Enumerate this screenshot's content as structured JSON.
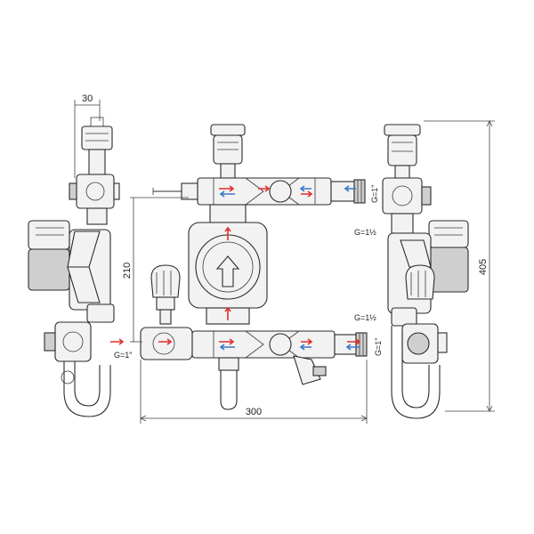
{
  "dimensions": {
    "side_offset": "30",
    "vertical_spacing": "210",
    "horizontal_width": "300",
    "overall_height": "405"
  },
  "connection_labels": {
    "top_right_outlet": "G=1\"",
    "pump_top_thread": "G=1½",
    "pump_bottom_thread": "G=1½",
    "bottom_right_outlet": "G=1\"",
    "bottom_left_inlet": "G=1\""
  },
  "flow_colors": {
    "supply": "#e0302c",
    "return": "#3a78c8"
  }
}
